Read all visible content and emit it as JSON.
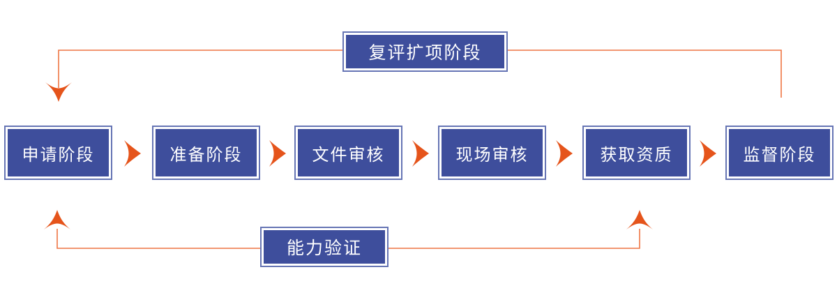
{
  "diagram": {
    "type": "process-flow",
    "colors": {
      "box_fill": "#3e4e9c",
      "box_border": "#6574b4",
      "box_text": "#ffffff",
      "arrow": "#e5541b",
      "line": "#ee7442",
      "bg": "#ffffff"
    },
    "main_flow": {
      "steps": [
        {
          "label": "申请阶段"
        },
        {
          "label": "准备阶段"
        },
        {
          "label": "文件审核"
        },
        {
          "label": "现场审核"
        },
        {
          "label": "获取资质"
        },
        {
          "label": "监督阶段"
        }
      ]
    },
    "top_loop": {
      "label": "复评扩项阶段",
      "from": "监督阶段",
      "to": "申请阶段",
      "arrow_direction": "down-into-first-step"
    },
    "bottom_link": {
      "label": "能力验证",
      "targets": [
        "申请阶段",
        "获取资质"
      ],
      "arrow_direction": "up-into-steps"
    }
  }
}
